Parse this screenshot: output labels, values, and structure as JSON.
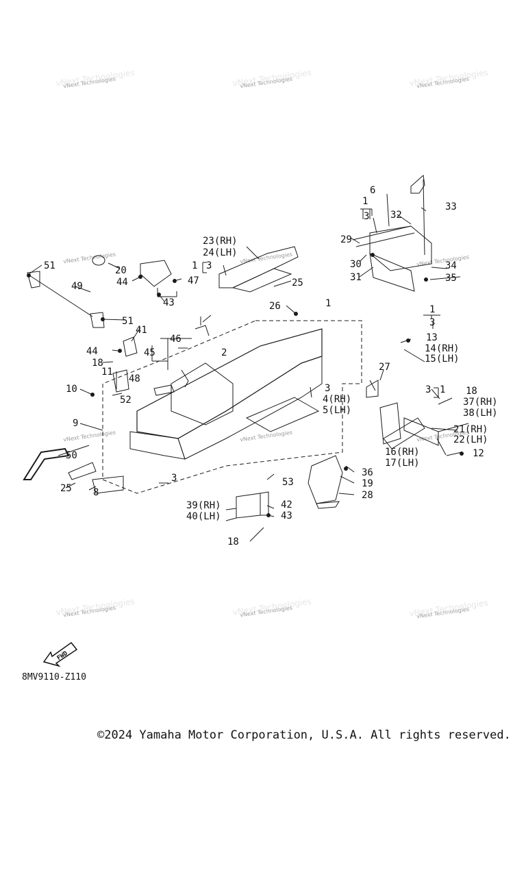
{
  "watermark": "vNext Technologies",
  "diagram_code": "8MV9110-Z110",
  "copyright": "©2024 Yamaha Motor Corporation, U.S.A. All rights reserved.",
  "forward_arrow_label": "FWD",
  "callouts": {
    "c1a": "1",
    "c3a": "3",
    "c6": "6",
    "c33": "33",
    "c32": "32",
    "c29": "29",
    "c30": "30",
    "c31": "31",
    "c34": "34",
    "c35": "35",
    "c23": "23(RH)",
    "c24": "24(LH)",
    "c1b": "1",
    "c3b": "3",
    "c25a": "25",
    "c26": "26",
    "c1c": "1",
    "c51a": "51",
    "c20": "20",
    "c44a": "44",
    "c47": "47",
    "c43a": "43",
    "c49": "49",
    "c51b": "51",
    "c41": "41",
    "c46": "46",
    "c45": "45",
    "c2": "2",
    "c44b": "44",
    "c18a": "18",
    "c11": "11",
    "c52": "52",
    "c48": "48",
    "c10": "10",
    "c9": "9",
    "c50": "50",
    "c25b": "25",
    "c8": "8",
    "c3c": "3",
    "c3d": "3",
    "c4": "4(RH)",
    "c5": "5(LH)",
    "c27": "27",
    "c1d": "1",
    "c3e": "3",
    "c13": "13",
    "c14": "14(RH)",
    "c15": "15(LH)",
    "c3f": "3",
    "c1e": "1",
    "c18b": "18",
    "c37": "37(RH)",
    "c38": "38(LH)",
    "c21": "21(RH)",
    "c22": "22(LH)",
    "c16": "16(RH)",
    "c17": "17(LH)",
    "c12": "12",
    "c36": "36",
    "c19": "19",
    "c28": "28",
    "c53": "53",
    "c39": "39(RH)",
    "c40": "40(LH)",
    "c42": "42",
    "c43b": "43",
    "c18c": "18"
  }
}
